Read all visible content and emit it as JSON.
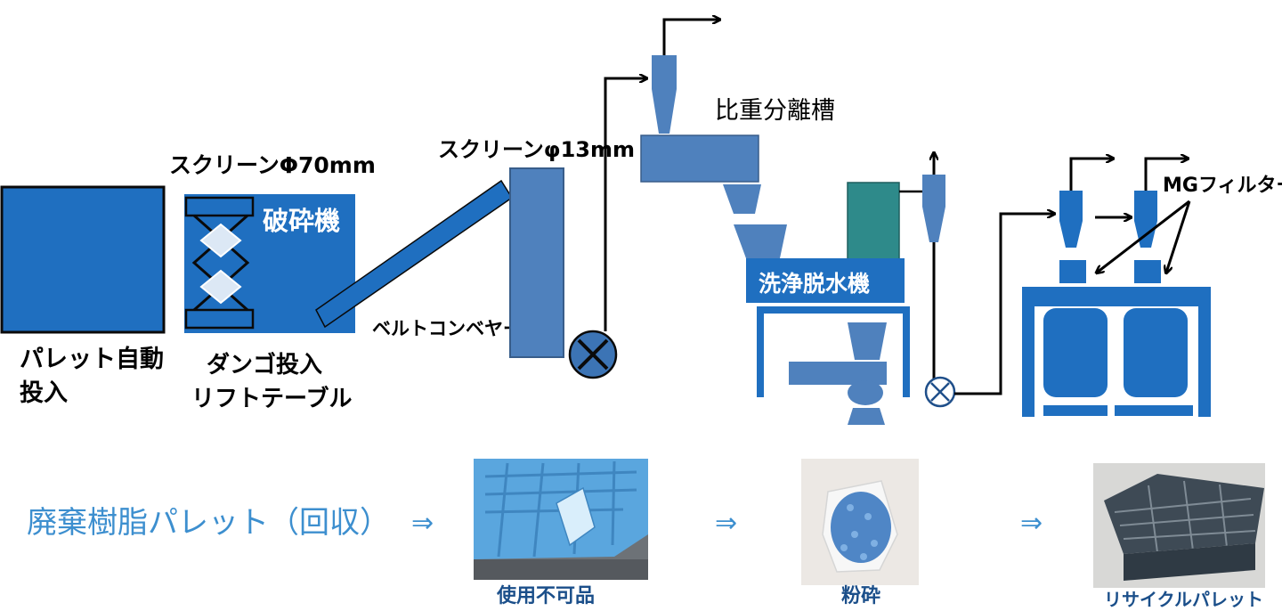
{
  "labels": {
    "pallet_auto_line1": "パレット自動",
    "pallet_auto_line2": "投入",
    "screen70": "スクリーンΦ70mm",
    "crusher": "破砕機",
    "dango_line1": "ダンゴ投入",
    "dango_line2": "リフトテーブル",
    "screen13": "スクリーンφ13mm",
    "belt_conveyor": "ベルトコンベヤー",
    "gravity_tank": "比重分離槽",
    "washer": "洗浄脱水機",
    "mg_filter": "MGフィルター"
  },
  "flow": {
    "title": "廃棄樹脂パレット（回収）",
    "arrow": "⇒",
    "steps": [
      {
        "caption": "使用不可品",
        "photo": "damaged-blue-pallet"
      },
      {
        "caption": "粉砕",
        "photo": "crushed-blue-pellets-bag"
      },
      {
        "caption": "リサイクルパレット",
        "photo": "recycled-gray-pallet"
      }
    ]
  },
  "colors": {
    "machine_dark": "#1f6fc0",
    "machine_mid": "#4f81bd",
    "machine_teal": "#2e8a8a",
    "accent_text": "#3d8fcf"
  }
}
